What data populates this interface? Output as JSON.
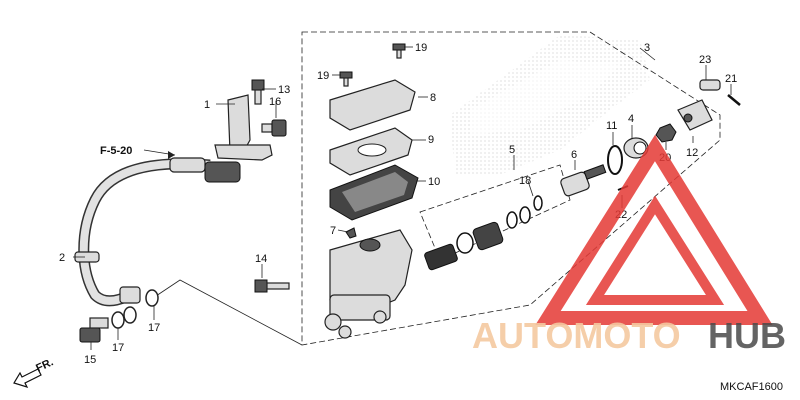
{
  "callouts": {
    "p1": "1",
    "p2": "2",
    "p3": "3",
    "p4": "4",
    "p5": "5",
    "p6": "6",
    "p7": "7",
    "p8": "8",
    "p9": "9",
    "p10": "10",
    "p11": "11",
    "p12": "12",
    "p13": "13",
    "p14": "14",
    "p15": "15",
    "p16": "16",
    "p17a": "17",
    "p17b": "17",
    "p18": "18",
    "p19a": "19",
    "p19b": "19",
    "p20": "20",
    "p21": "21",
    "p22": "22",
    "p23": "23"
  },
  "ref": "F-5-20",
  "front": "FR.",
  "diagram_code": "MKCAF1600",
  "watermark": {
    "part1": "AUTOMOTO",
    "part2": "HUB",
    "color1": "#f5c9a0",
    "color2": "#4a4a4a",
    "triangle_color": "#e53935"
  }
}
